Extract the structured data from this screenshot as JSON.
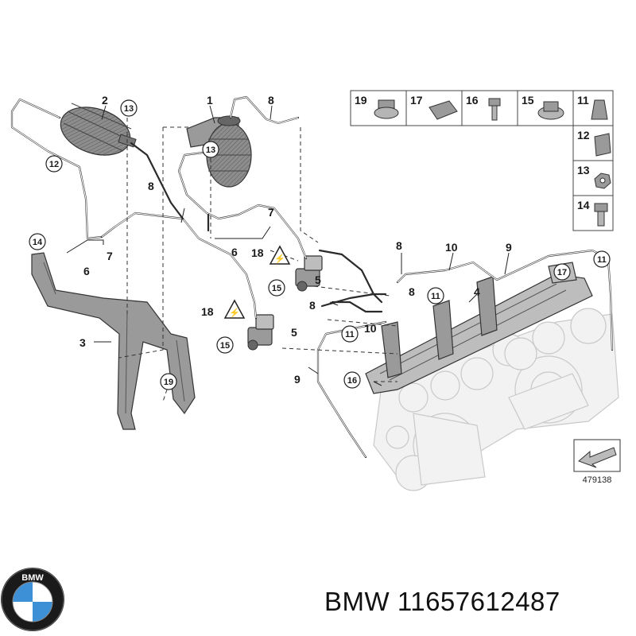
{
  "diagram": {
    "drawing_number": "479138",
    "callouts": {
      "n1": "1",
      "n2": "2",
      "n3": "3",
      "n4": "4",
      "n5": "5",
      "n6": "6",
      "n7": "7",
      "n8": "8",
      "n9": "9",
      "n10": "10",
      "n11": "11",
      "n12": "12",
      "n13": "13",
      "n14": "14",
      "n15": "15",
      "n16": "16",
      "n17": "17",
      "n18": "18",
      "n19": "19"
    }
  },
  "legend": {
    "items": [
      {
        "num": "19",
        "icon": "clip-nut-icon"
      },
      {
        "num": "17",
        "icon": "cable-clip-icon"
      },
      {
        "num": "16",
        "icon": "bolt-icon"
      },
      {
        "num": "15",
        "icon": "collar-nut-icon"
      },
      {
        "num": "11",
        "icon": "spring-clip-icon"
      },
      {
        "num": "12",
        "icon": "holder-clip-icon"
      },
      {
        "num": "13",
        "icon": "hex-nut-icon"
      },
      {
        "num": "14",
        "icon": "hex-bolt-icon"
      }
    ]
  },
  "footer": {
    "brand_logo": "BMW",
    "text": "BMW 11657612487"
  }
}
